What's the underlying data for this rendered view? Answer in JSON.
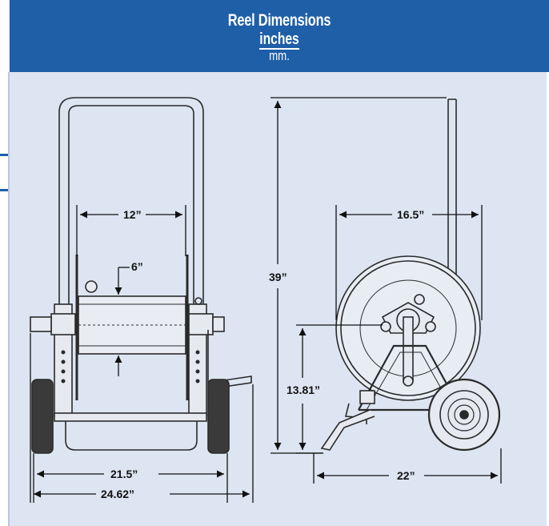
{
  "header": {
    "title": "Reel Dimensions",
    "unit_primary": "inches",
    "unit_secondary": "mm."
  },
  "dimensions": {
    "front_drum_width": "12”",
    "front_drum_diameter": "6”",
    "front_frame_width": "21.5”",
    "front_overall_width": "24.62”",
    "side_height": "39”",
    "side_reel_diameter": "16.5”",
    "side_axle_height": "13.81”",
    "side_depth": "22”"
  },
  "colors": {
    "header_bg": "#1f5fa8",
    "panel_bg": "#dde5f2",
    "line": "#2a2a2a"
  }
}
